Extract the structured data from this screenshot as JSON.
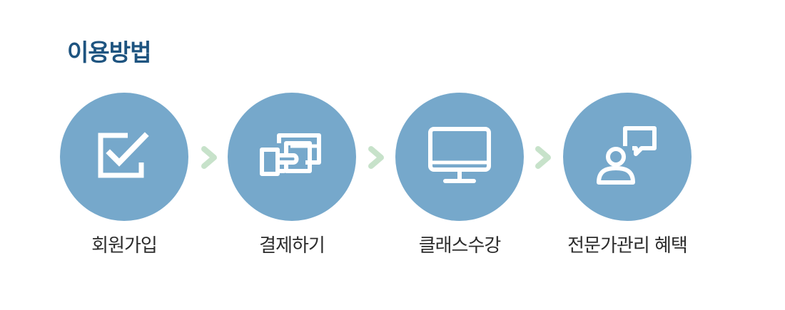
{
  "section": {
    "title": "이용방법"
  },
  "steps": [
    {
      "label": "회원가입",
      "icon": "checkbox-icon"
    },
    {
      "label": "결제하기",
      "icon": "payment-card-icon"
    },
    {
      "label": "클래스수강",
      "icon": "monitor-icon"
    },
    {
      "label": "전문가관리 혜택",
      "icon": "expert-chat-icon"
    }
  ],
  "colors": {
    "title": "#1e5480",
    "circle": "#76a8cb",
    "arrow": "#c7e2ca",
    "label": "#2c2c2c"
  }
}
